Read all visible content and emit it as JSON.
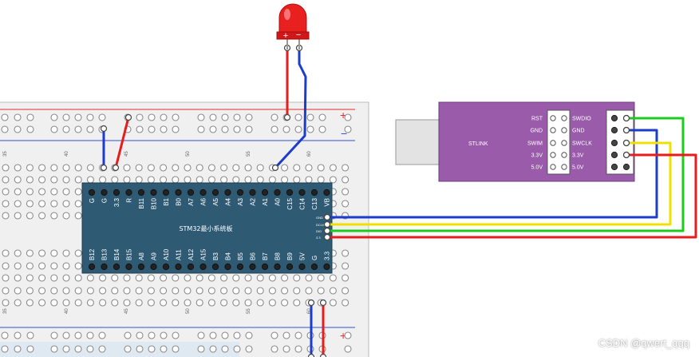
{
  "breadboard": {
    "top_rail_plus": "+",
    "top_rail_minus": "−",
    "bottom_rail_plus": "+",
    "column_numbers": [
      "35",
      "40",
      "45",
      "50",
      "55",
      "60"
    ],
    "colors": {
      "board": "#f0f0f0",
      "hole": "#ffffff",
      "rail_red": "#e03030",
      "rail_blue": "#3050d0"
    }
  },
  "led": {
    "plus_label": "+",
    "minus_label": "−",
    "color": "#e82020"
  },
  "stm32": {
    "title": "STM32最小系统板",
    "top_pins": [
      "G",
      "G",
      "3.3",
      "R",
      "B11",
      "B10",
      "B1",
      "B0",
      "A7",
      "A6",
      "A5",
      "A4",
      "A3",
      "A2",
      "A1",
      "A0",
      "C15",
      "C14",
      "C13",
      "VB"
    ],
    "bottom_pins": [
      "B12",
      "B13",
      "B14",
      "B15",
      "A8",
      "A9",
      "A10",
      "A11",
      "A12",
      "A15",
      "B3",
      "B4",
      "B5",
      "B6",
      "B7",
      "B8",
      "B9",
      "5V",
      "G",
      "3.3"
    ],
    "side_pins": [
      "GND",
      "DCLK",
      "DIO",
      "3.3"
    ],
    "color": "#2e5a73"
  },
  "stlink": {
    "name": "STLINK",
    "left_labels": [
      "RST",
      "GND",
      "SWIM",
      "3.3V",
      "5.0V"
    ],
    "right_labels": [
      "SWDIO",
      "GND",
      "SWCLK",
      "3.3V",
      "5.0V"
    ],
    "color": "#9a5bab"
  },
  "wire_colors": {
    "red": "#e81c1c",
    "blue": "#1c3ccc",
    "green": "#1ccc1c",
    "yellow": "#f0e000"
  },
  "watermark": "CSDN @qwert_qqq"
}
